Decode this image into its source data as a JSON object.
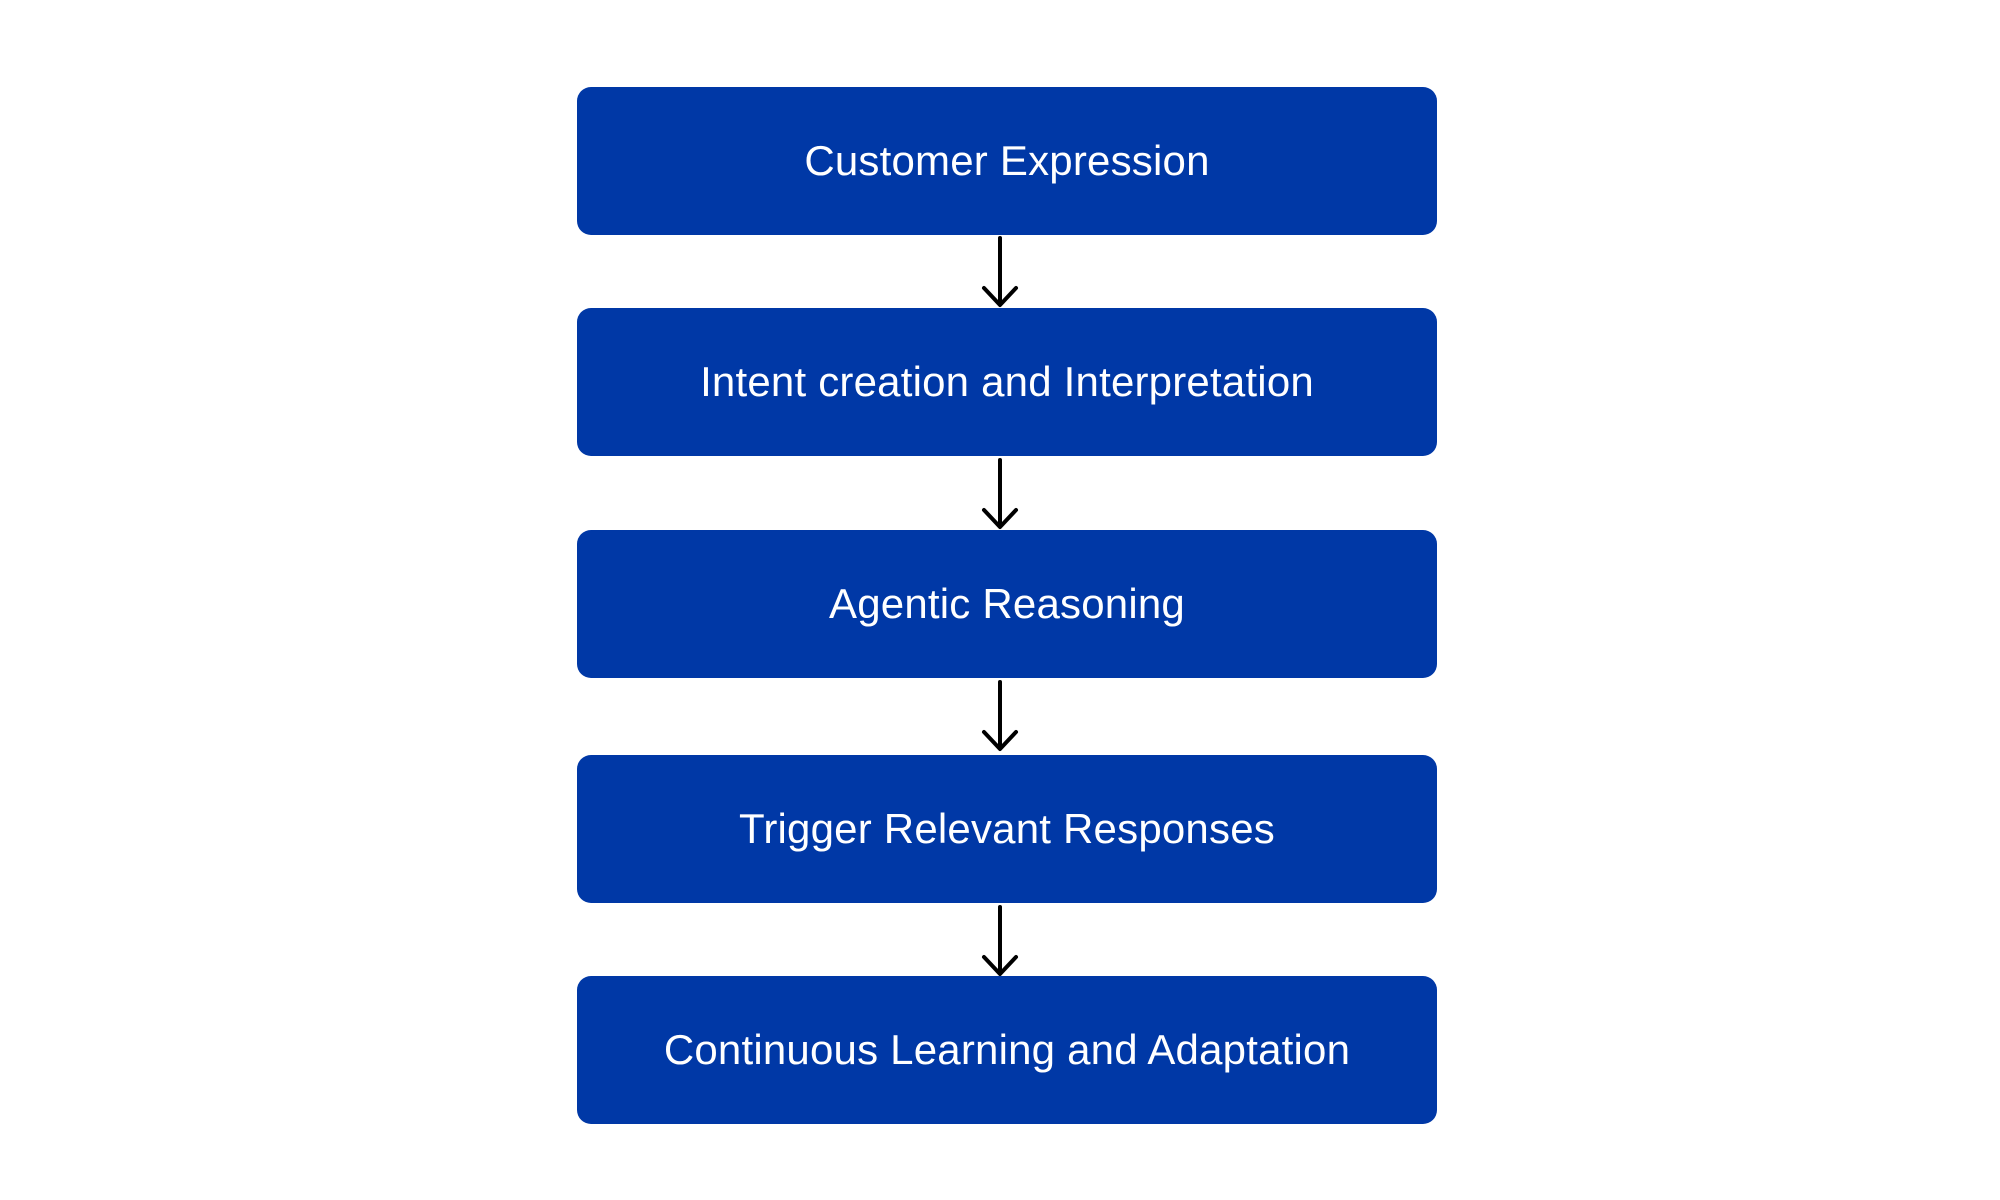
{
  "diagram": {
    "steps": [
      {
        "label": "Customer Expression"
      },
      {
        "label": "Intent creation and Interpretation"
      },
      {
        "label": "Agentic Reasoning"
      },
      {
        "label": "Trigger Relevant Responses"
      },
      {
        "label": "Continuous Learning and Adaptation"
      }
    ],
    "colors": {
      "box_fill": "#0038a6",
      "box_text": "#ffffff",
      "arrow": "#000000"
    },
    "arrow_icon": "arrow-down-icon"
  }
}
